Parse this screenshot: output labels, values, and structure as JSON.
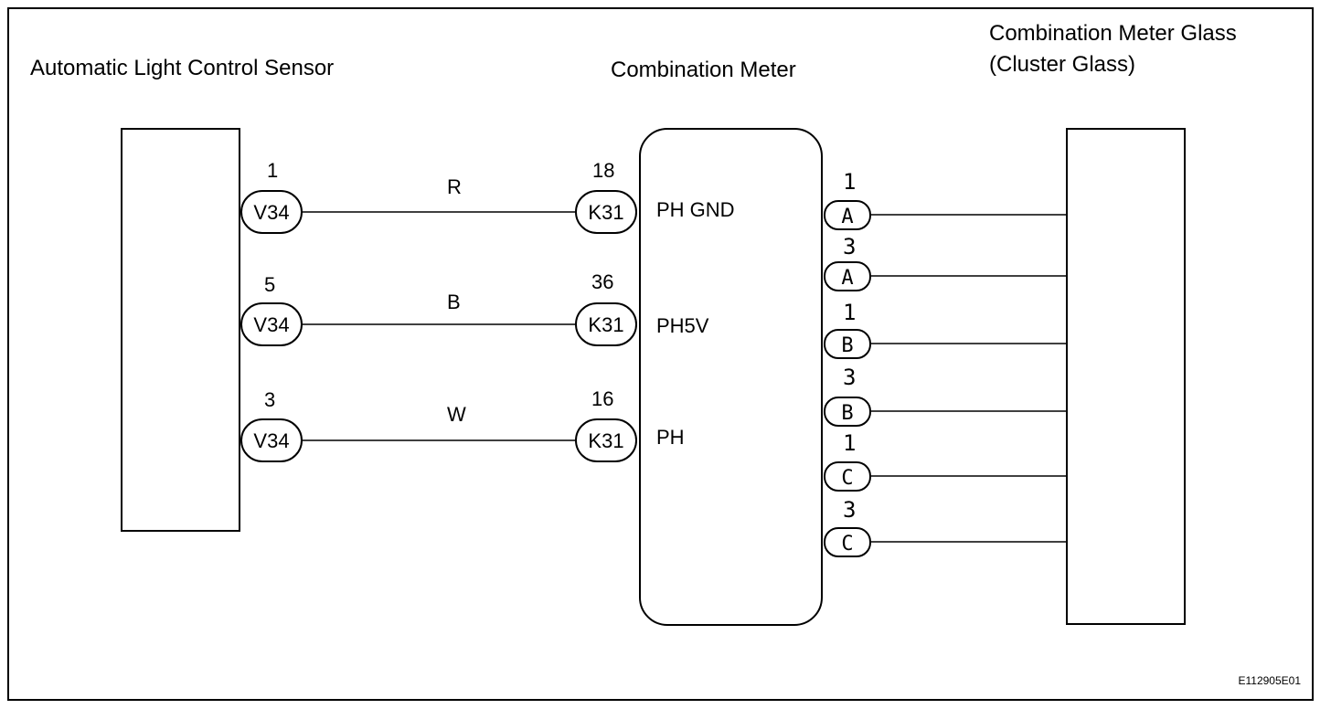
{
  "components": {
    "sensor": {
      "title": "Automatic Light Control Sensor"
    },
    "meter": {
      "title": "Combination Meter"
    },
    "glass": {
      "title_line1": "Combination Meter Glass",
      "title_line2": "(Cluster Glass)"
    }
  },
  "wires": [
    {
      "sensor_pin": "1",
      "sensor_connector": "V34",
      "color": "R",
      "meter_pin": "18",
      "meter_connector": "K31",
      "signal": "PH GND"
    },
    {
      "sensor_pin": "5",
      "sensor_connector": "V34",
      "color": "B",
      "meter_pin": "36",
      "meter_connector": "K31",
      "signal": "PH5V"
    },
    {
      "sensor_pin": "3",
      "sensor_connector": "V34",
      "color": "W",
      "meter_pin": "16",
      "meter_connector": "K31",
      "signal": "PH"
    }
  ],
  "glass_connections": [
    {
      "pin": "1",
      "connector": "A"
    },
    {
      "pin": "3",
      "connector": "A"
    },
    {
      "pin": "1",
      "connector": "B"
    },
    {
      "pin": "3",
      "connector": "B"
    },
    {
      "pin": "1",
      "connector": "C"
    },
    {
      "pin": "3",
      "connector": "C"
    }
  ],
  "figure_code": "E112905E01"
}
